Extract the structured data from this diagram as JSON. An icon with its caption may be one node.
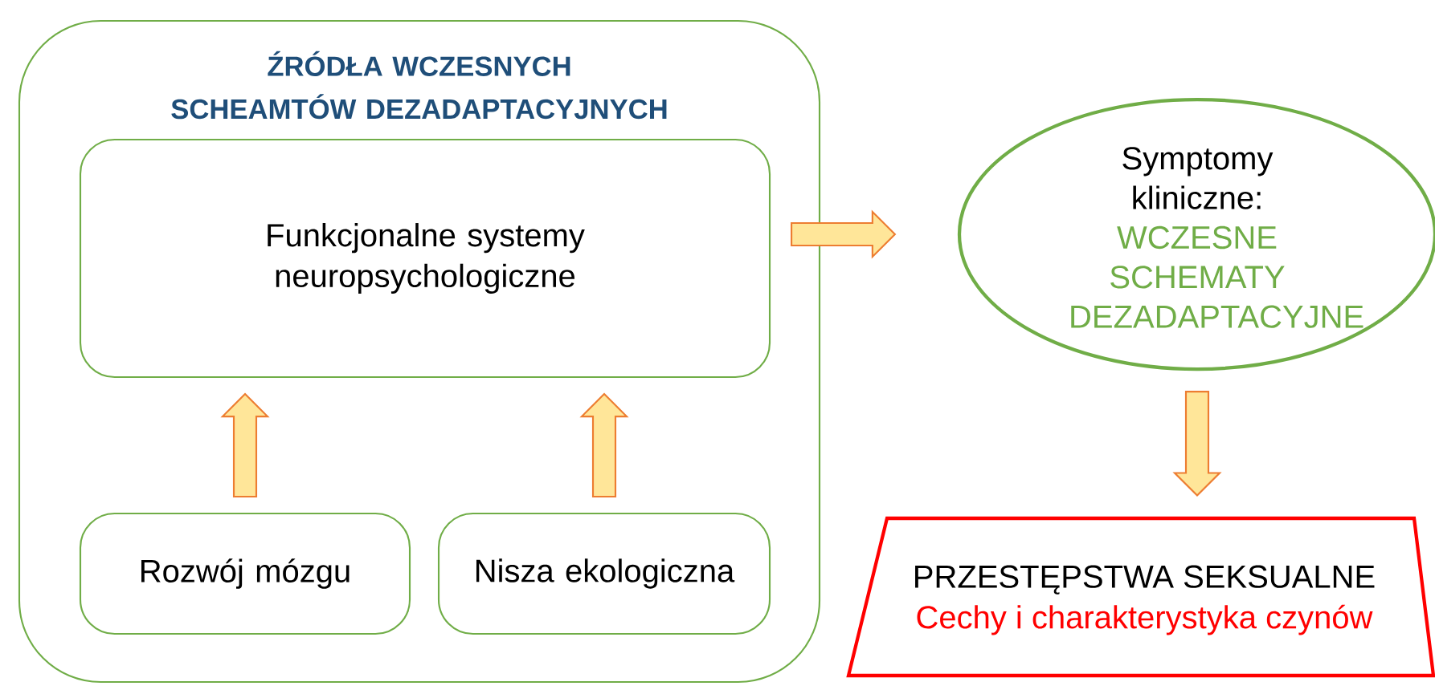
{
  "diagram": {
    "nodes": [
      {
        "text": [
          "ŹRÓDŁA WCZESNYCH SCHEAMTÓW DEZADAPTACYJNYCH"
        ]
      },
      {
        "text": [
          "Funkcjonalne systemy neuropsychologiczne"
        ],
        "in": 0
      },
      {
        "text": [
          "Rozwój mózgu"
        ],
        "in": 0
      },
      {
        "text": [
          "Nisza ekologiczna"
        ],
        "in": 0
      },
      {
        "text": [
          "Symptomy kliniczne:",
          "WCZESNE SCHEMATY DEZADAPTACYJNE"
        ]
      },
      {
        "text": [
          "PRZESTĘPSTWA SEKSUALNE",
          "Cechy i charakterystyka czynów"
        ]
      }
    ],
    "edges": [
      {
        "from": 2,
        "to": 1,
        "arrow": "to"
      },
      {
        "from": 3,
        "to": 1,
        "arrow": "to"
      },
      {
        "from": 0,
        "to": 4,
        "arrow": "to"
      },
      {
        "from": 4,
        "to": 5,
        "arrow": "to"
      }
    ]
  }
}
